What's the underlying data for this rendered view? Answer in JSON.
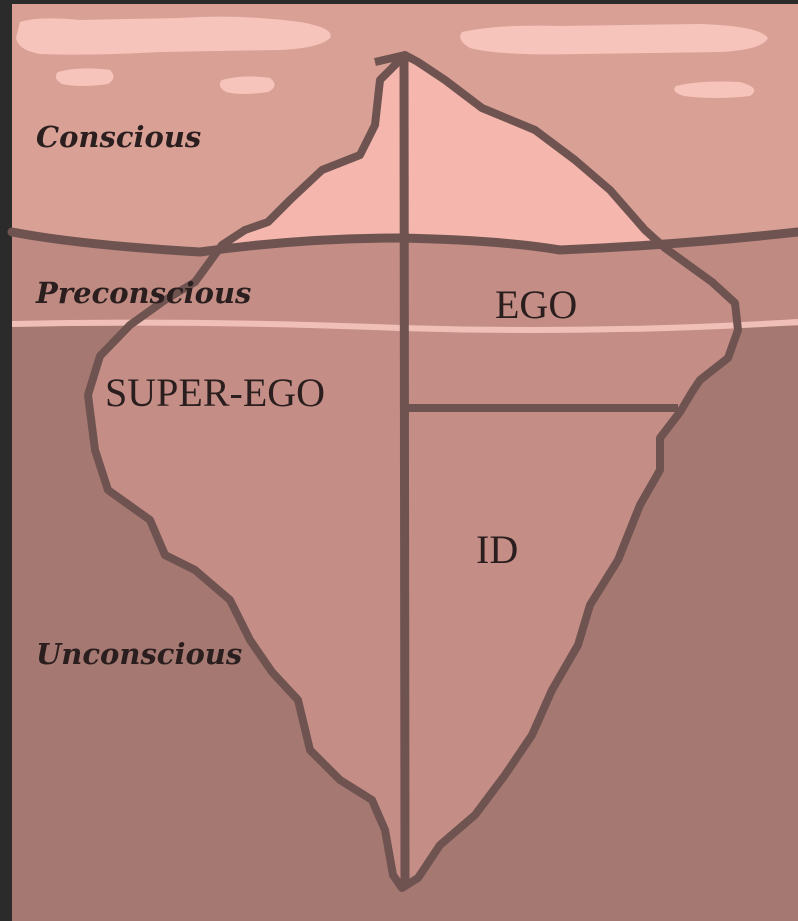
{
  "diagram": {
    "zones": {
      "conscious": "Conscious",
      "preconscious": "Preconscious",
      "unconscious": "Unconscious"
    },
    "parts": {
      "ego": "EGO",
      "superego": "SUPER-EGO",
      "id": "ID"
    }
  },
  "colors": {
    "frame": "#2b2b2b",
    "sky": "#d9a196",
    "water_upper": "#bf8a82",
    "water_lower": "#a57872",
    "ice_above": "#f4b6ad",
    "ice_below": "#c48e86",
    "outline": "#6f5350",
    "waterline": "#f0c0b8",
    "cloud": "#f6c4bb",
    "label_dark": "#2a1e1e"
  }
}
